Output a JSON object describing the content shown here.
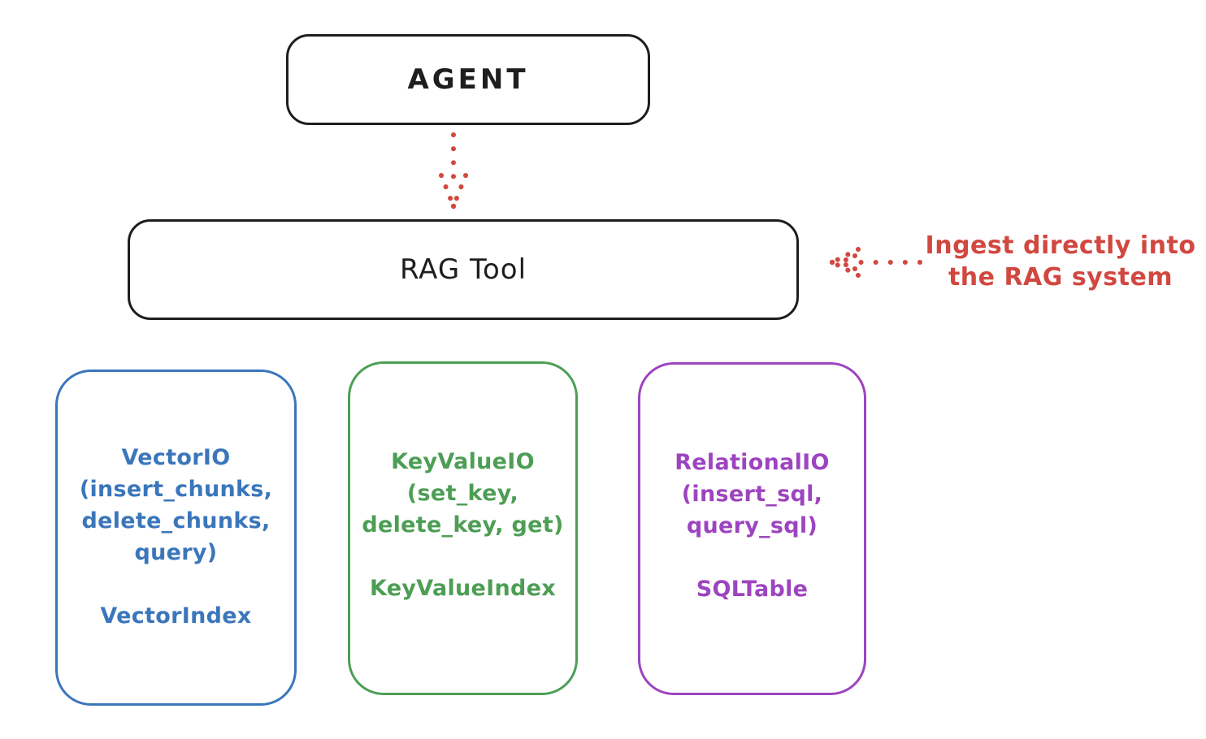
{
  "diagram": {
    "agent": {
      "label": "AGENT"
    },
    "rag_tool": {
      "label": "RAG Tool"
    },
    "annotation": {
      "line1": "Ingest directly into",
      "line2": "the RAG system"
    },
    "backends": [
      {
        "lines": [
          "VectorIO",
          "(insert_chunks,",
          "delete_chunks,",
          "query)"
        ],
        "index_label": "VectorIndex",
        "color": "#3b76bb"
      },
      {
        "lines": [
          "KeyValueIO",
          "(set_key,",
          "delete_key, get)"
        ],
        "index_label": "KeyValueIndex",
        "color": "#4d9e55"
      },
      {
        "lines": [
          "RelationalIO",
          "(insert_sql,",
          "query_sql)"
        ],
        "index_label": "SQLTable",
        "color": "#9d44c0"
      }
    ],
    "colors": {
      "stroke": "#1e1e1e",
      "annotation_red": "#d14841",
      "blue": "#3b76bb",
      "green": "#4d9e55",
      "purple": "#9d44c0"
    }
  }
}
